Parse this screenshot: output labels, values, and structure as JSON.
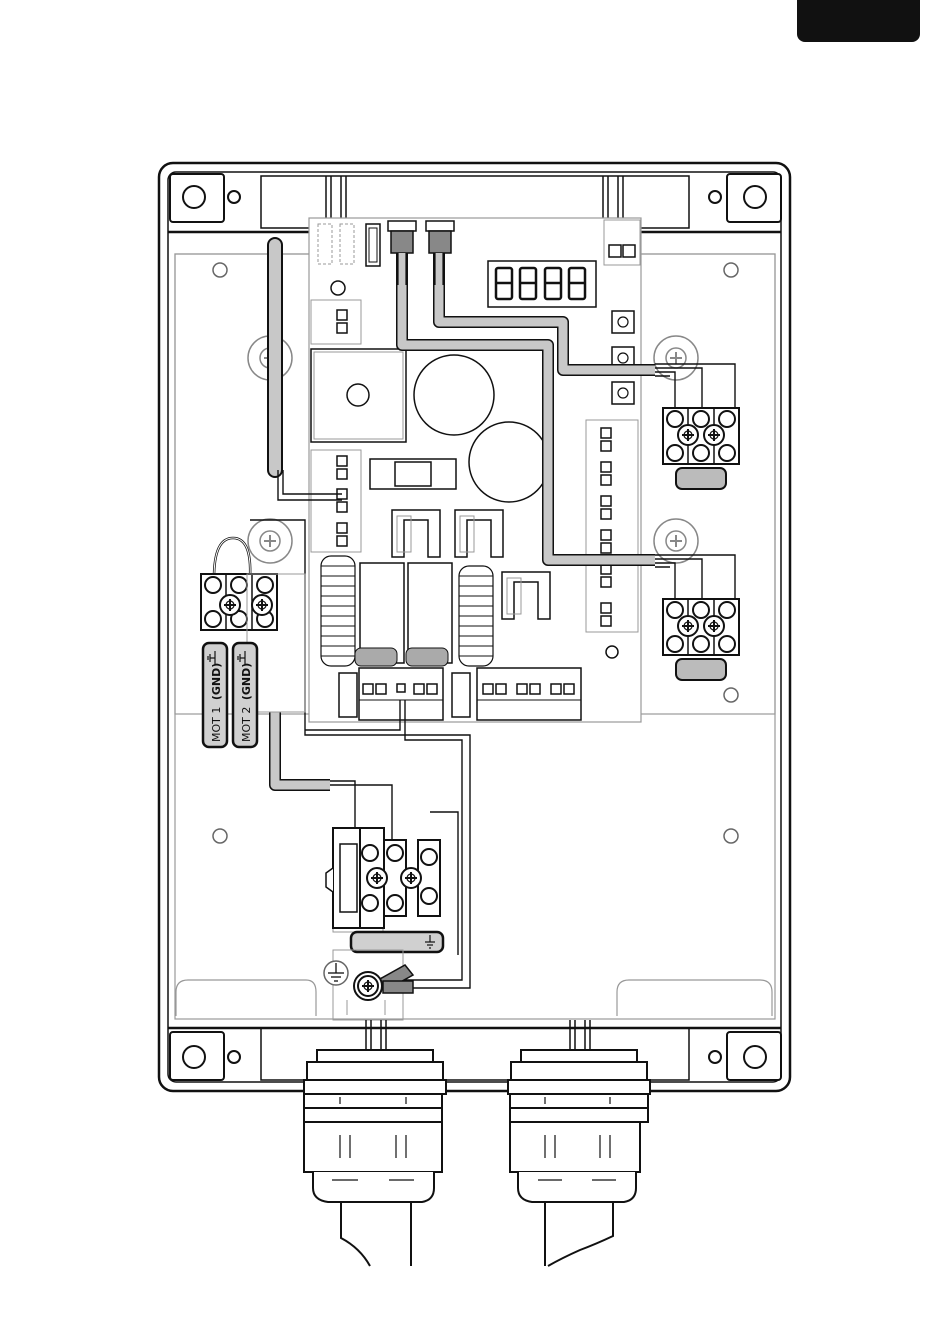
{
  "labels": {
    "motor_1_ground": "MOT 1",
    "motor_2_ground": "MOT 2",
    "gnd": "(GND)"
  },
  "colors": {
    "ink": "#111111",
    "wire_gray": "#c8c8c8",
    "tab": "#111111",
    "label_fill": "#d0d0d0"
  },
  "icons": [
    "earth-ground-icon",
    "screw-icon",
    "display-icon",
    "terminal-block-icon"
  ]
}
